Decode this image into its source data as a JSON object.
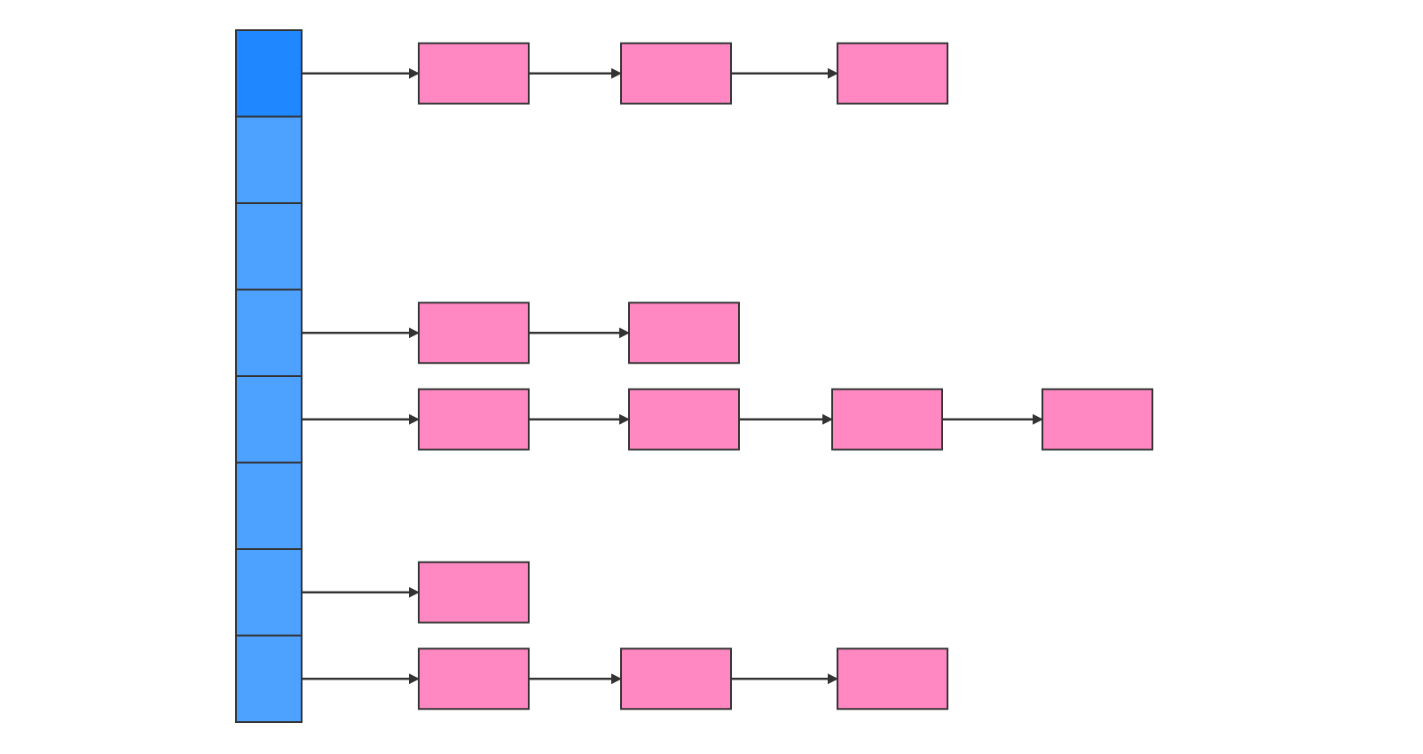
{
  "diagram": {
    "kind": "hash-table-separate-chaining",
    "colors": {
      "background": "#ffffff",
      "bucket_highlight": "#1f87ff",
      "bucket": "#4ea2ff",
      "node": "#ff87c2",
      "stroke": "#333333",
      "arrow": "#333333"
    },
    "bucket_count": 8,
    "highlighted_bucket": 0,
    "chains": [
      {
        "bucket": 0,
        "node_count": 3
      },
      {
        "bucket": 1,
        "node_count": 0
      },
      {
        "bucket": 2,
        "node_count": 0
      },
      {
        "bucket": 3,
        "node_count": 2
      },
      {
        "bucket": 4,
        "node_count": 4
      },
      {
        "bucket": 5,
        "node_count": 0
      },
      {
        "bucket": 6,
        "node_count": 1
      },
      {
        "bucket": 7,
        "node_count": 3
      }
    ]
  }
}
